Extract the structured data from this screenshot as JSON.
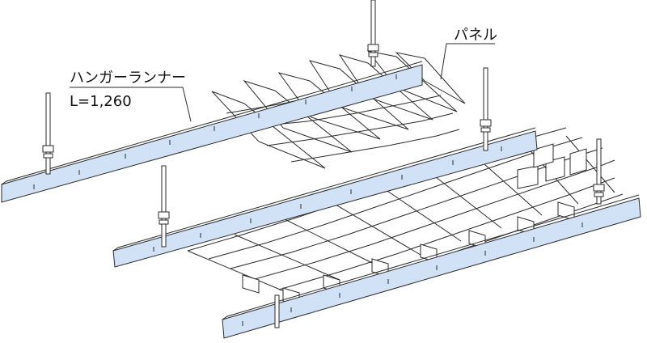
{
  "labels": {
    "hanger_runner": "ハンガーランナー",
    "length": "L=1,260",
    "panel": "パネル"
  },
  "colors": {
    "runner_fill": "#d2e2f6",
    "line": "#2a2a2a",
    "panel_fill": "#ffffff"
  }
}
